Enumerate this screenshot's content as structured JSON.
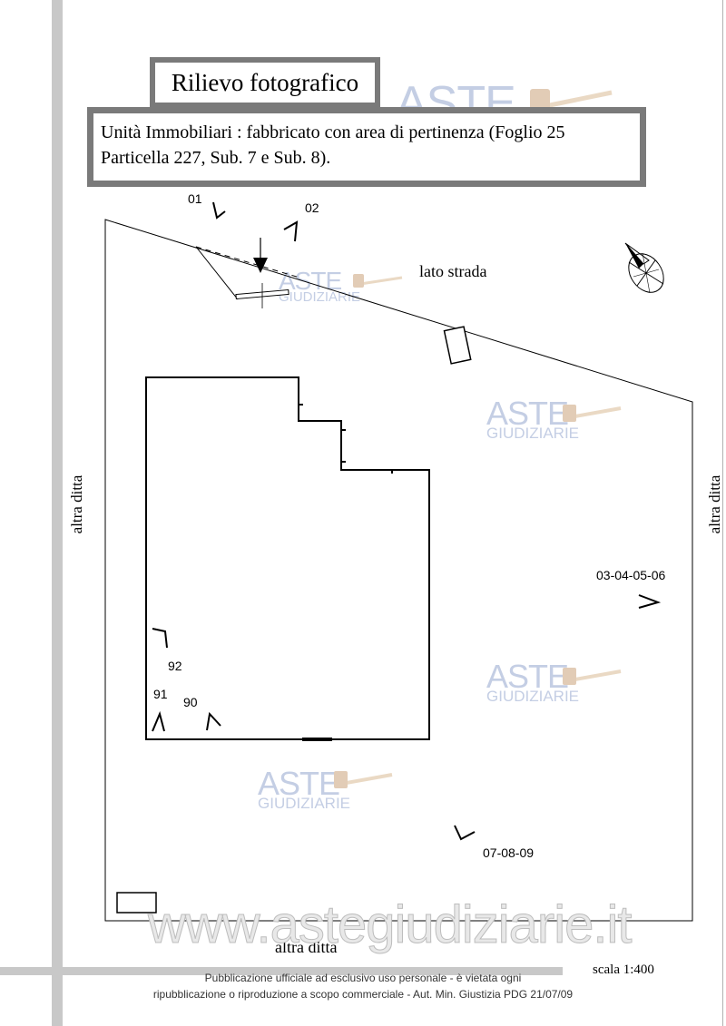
{
  "header": {
    "title": "Rilievo fotografico",
    "description_line1": "Unità Immobiliari : fabbricato con area di pertinenza (Foglio 25",
    "description_line2": "Particella 227, Sub. 7 e Sub. 8)."
  },
  "plan": {
    "road_label": "lato strada",
    "neighbor_left": "altra ditta",
    "neighbor_right": "altra ditta",
    "neighbor_bottom": "altra ditta",
    "scale": "scala 1:400"
  },
  "photo_points": [
    {
      "label": "01"
    },
    {
      "label": "02"
    },
    {
      "label": "03-04-05-06"
    },
    {
      "label": "07-08-09"
    },
    {
      "label": "90"
    },
    {
      "label": "91"
    },
    {
      "label": "92"
    }
  ],
  "watermark": {
    "brand": "ASTE",
    "brand_sub": "GIUDIZIARIE",
    "site": "www.astegiudiziarie.it"
  },
  "footer": {
    "line1": "Pubblicazione ufficiale ad esclusivo uso personale - è vietata ogni",
    "line2": "ripubblicazione o riproduzione a scopo commerciale - Aut. Min. Giustizia PDG 21/07/09"
  },
  "colors": {
    "frame_gray": "#7a7a7a",
    "bar_gray": "#c8c8c8",
    "watermark_blue": "#c4cee4",
    "watermark_gavel": "#ead9c4"
  }
}
